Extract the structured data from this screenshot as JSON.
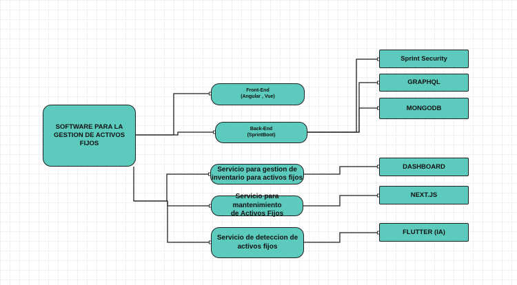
{
  "diagram": {
    "root": {
      "id": "root",
      "label": "SOFTWARE PARA LA\nGESTION DE ACTIVOS FIJOS"
    },
    "nodes": [
      {
        "id": "frontend",
        "label": "Front-End\n(Angular , Vue)"
      },
      {
        "id": "backend",
        "label": "Back-End\n(SprintBoot)"
      },
      {
        "id": "security",
        "label": "Sprint Security"
      },
      {
        "id": "graphql",
        "label": "GRAPHQL"
      },
      {
        "id": "mongodb",
        "label": "MONGODB"
      },
      {
        "id": "inventario",
        "label": "Servicio para gestion de\ninventario para activos fijos"
      },
      {
        "id": "mantenimiento",
        "label": "Servicio para mantenimiento\nde Activos Fijos"
      },
      {
        "id": "deteccion",
        "label": "Servicio de  deteccion de\nactivos fijos"
      },
      {
        "id": "dashboard",
        "label": "DASHBOARD"
      },
      {
        "id": "nextjs",
        "label": "NEXT.JS"
      },
      {
        "id": "flutter",
        "label": "FLUTTER (IA)"
      }
    ],
    "edges": [
      {
        "from": "root",
        "to": "frontend"
      },
      {
        "from": "root",
        "to": "backend"
      },
      {
        "from": "backend",
        "to": "security"
      },
      {
        "from": "backend",
        "to": "graphql"
      },
      {
        "from": "backend",
        "to": "mongodb"
      },
      {
        "from": "root",
        "to": "inventario"
      },
      {
        "from": "root",
        "to": "mantenimiento"
      },
      {
        "from": "root",
        "to": "deteccion"
      },
      {
        "from": "inventario",
        "to": "dashboard"
      },
      {
        "from": "mantenimiento",
        "to": "nextjs"
      },
      {
        "from": "deteccion",
        "to": "flutter"
      }
    ],
    "colors": {
      "node_fill": "#5ccabd",
      "stroke": "#1f1f1f"
    }
  }
}
